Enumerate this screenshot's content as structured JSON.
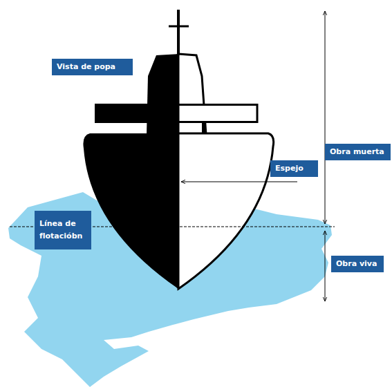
{
  "diagram": {
    "nodes": [
      {
        "text": [
          "Vista de popa"
        ]
      },
      {
        "text": [
          "Obra muerta"
        ]
      },
      {
        "text": [
          "Espejo"
        ]
      },
      {
        "text": [
          "Línea de flotacióbn"
        ]
      },
      {
        "text": [
          "Obra viva"
        ]
      }
    ]
  }
}
